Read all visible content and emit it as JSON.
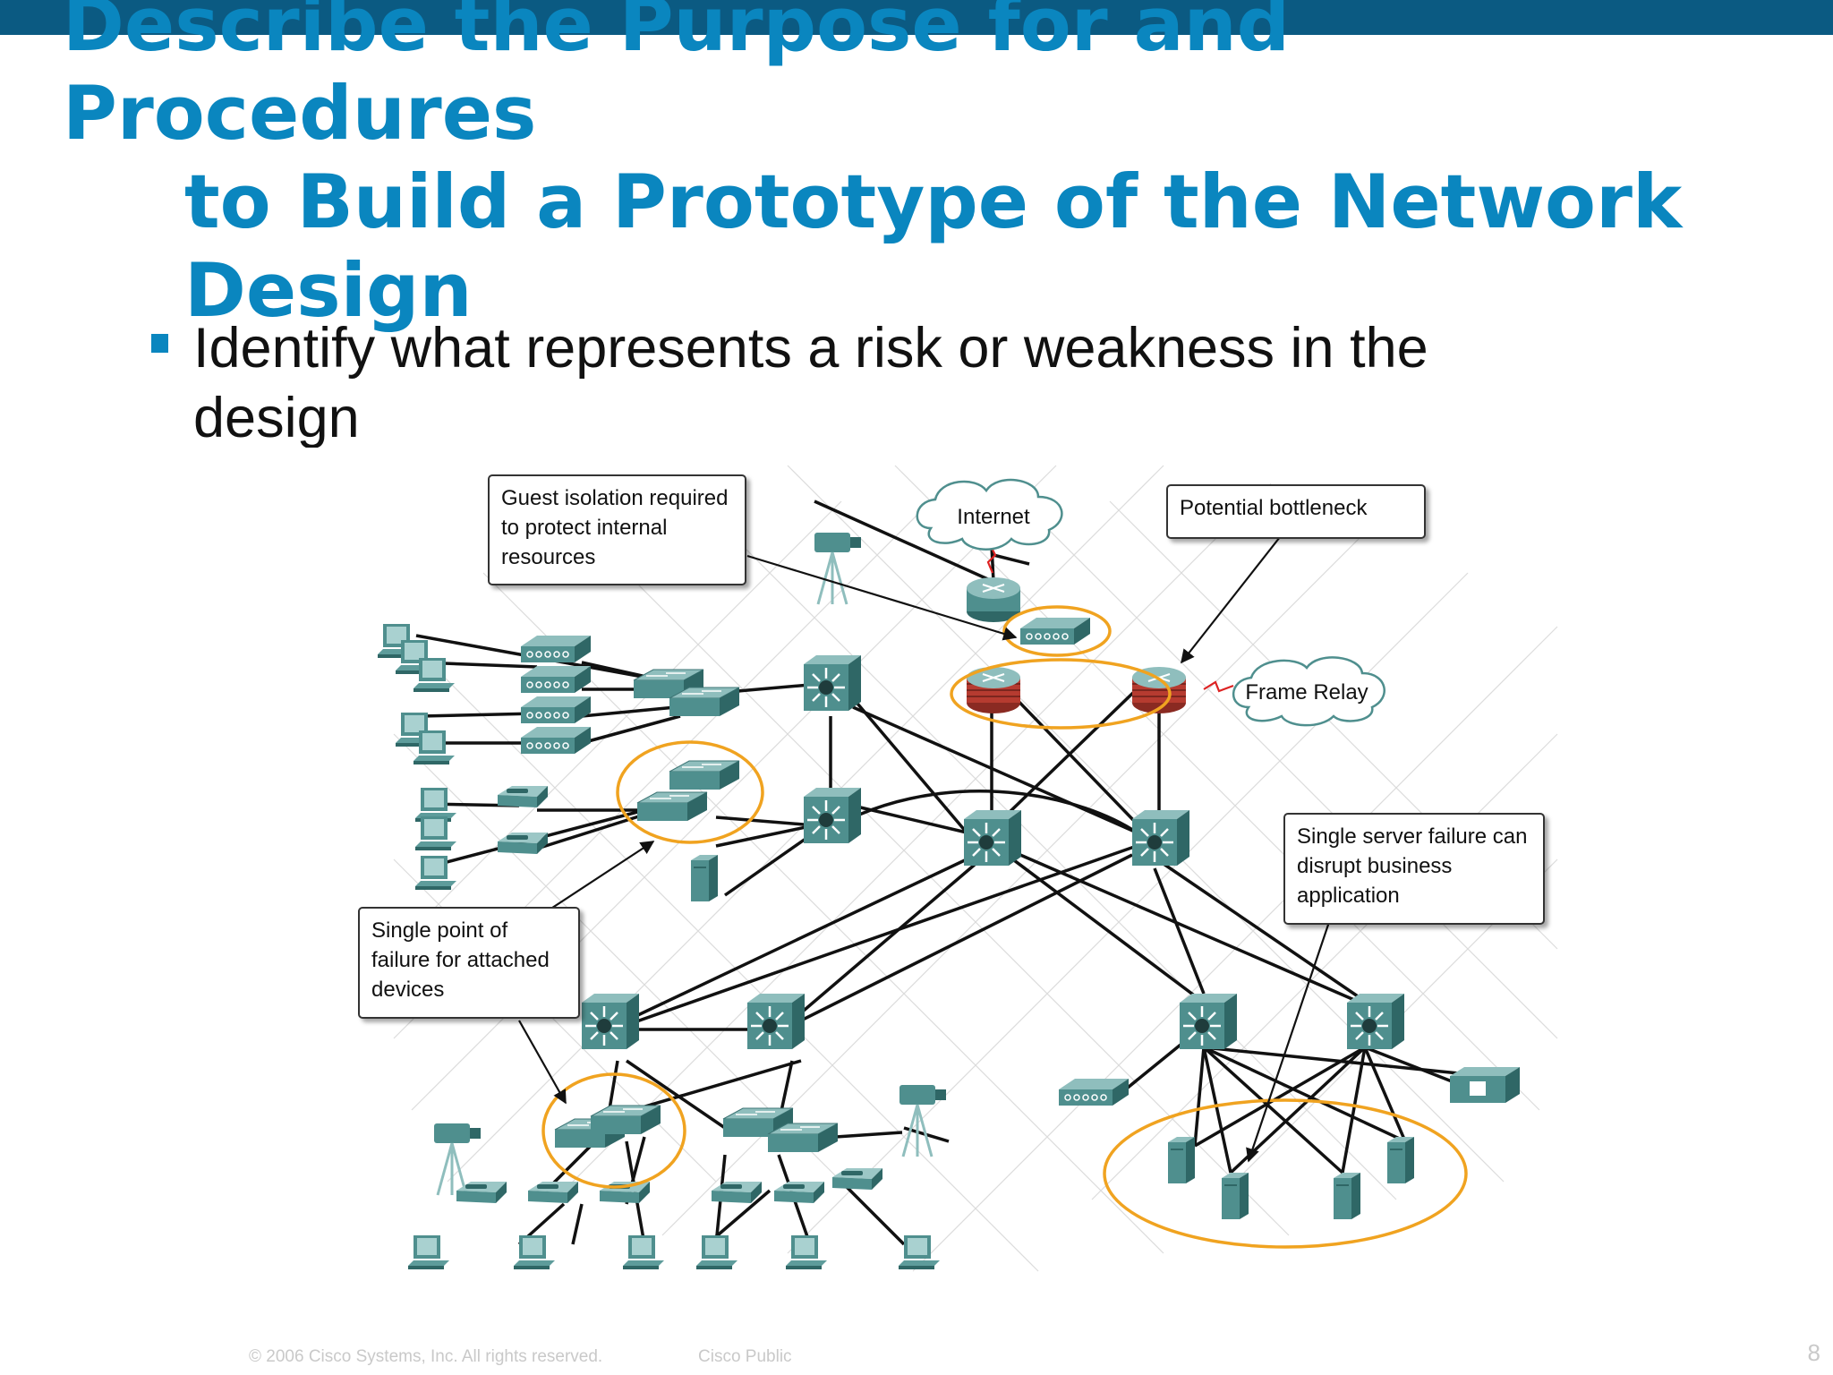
{
  "slide": {
    "title_lines": [
      "Describe the Purpose for and Procedures",
      "to Build a Prototype of the Network",
      "Design"
    ],
    "bullet": "Identify what represents a risk or weakness in the design",
    "page_number": "8"
  },
  "diagram": {
    "clouds": {
      "internet": "Internet",
      "frame_relay": "Frame Relay"
    },
    "callouts": {
      "guest": [
        "Guest isolation required",
        "to protect internal",
        "resources"
      ],
      "bottleneck": [
        "Potential bottleneck"
      ],
      "server": [
        "Single server failure can",
        "disrupt business",
        "application"
      ],
      "spof": [
        "Single point of",
        "failure for attached",
        "devices"
      ]
    },
    "colors": {
      "device": "#4f8f8e",
      "highlight": "#f0a320",
      "title": "#0a86bf",
      "band": "#0b5a82"
    }
  },
  "footer": {
    "copyright": "© 2006 Cisco Systems, Inc. All rights reserved.",
    "classification": "Cisco Public"
  }
}
